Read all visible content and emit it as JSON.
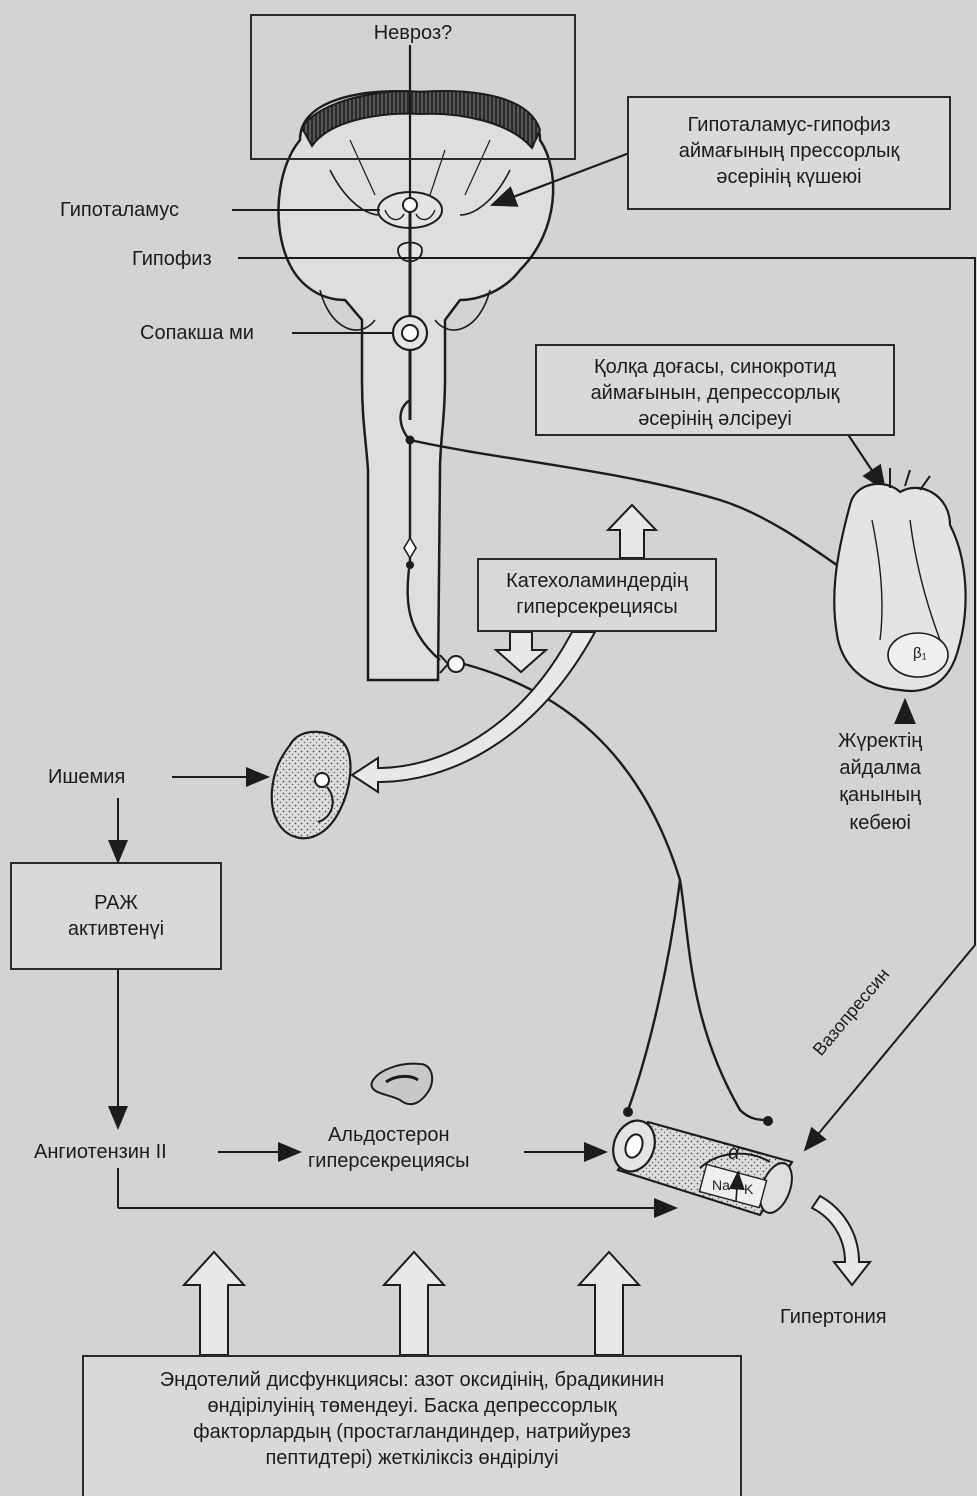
{
  "boxes": {
    "neurosis": "Невроз?",
    "hypothalamus_box": [
      "Гипоталамус-гипофиз",
      "аймағының прессорлық",
      "әсерінің күшеюі"
    ],
    "aortic_arch": [
      "Қолқа доғасы, синокротид",
      "аймағынын, депрессорлық",
      "әсерінің әлсіреуі"
    ],
    "catecholamines": [
      "Катехоламиндердің",
      "гиперсекрециясы"
    ],
    "raas": [
      "РАЖ",
      "активтенүі"
    ],
    "endothelial": [
      "Эндотелий дисфункциясы: азот оксидінің, брадикинин",
      "өндірілуінің төмендеуі. Баска депрессорлық",
      "факторлардың (простагландиндер, натрийурез",
      "пептидтері) жеткіліксіз өндірілуі"
    ]
  },
  "labels": {
    "hypothalamus": "Гипоталамус",
    "pituitary": "Гипофиз",
    "medulla": "Сопакша ми",
    "ischemia": "Ишемия",
    "angiotensin": "Ангиотензин II",
    "aldosterone": [
      "Альдостерон",
      "гиперсекрециясы"
    ],
    "cardiac_output": [
      "Жүректің",
      "айдалма",
      "қанының",
      "кебеюі"
    ],
    "vasopressin": "Вазопрессин",
    "hypertension": "Гипертония",
    "beta1": "β₁",
    "alpha": "α",
    "na": "Na",
    "k": "K"
  },
  "colors": {
    "background": "#d3d3d1",
    "ink": "#1c1c1c",
    "stipple": "#9a9a98"
  }
}
